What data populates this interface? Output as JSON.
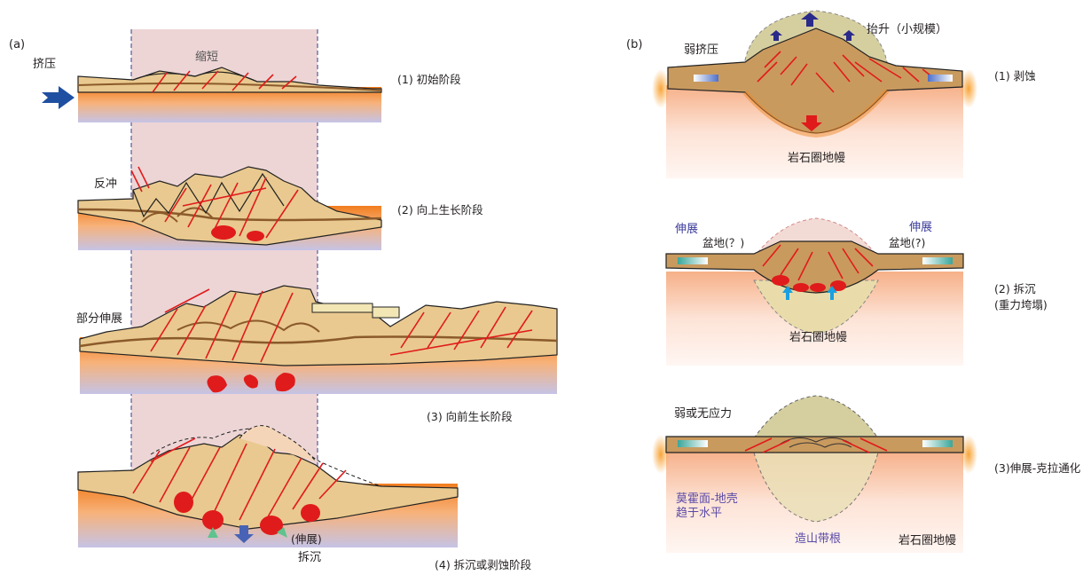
{
  "panel_a": {
    "label": "(a)",
    "compression": "挤压",
    "shortening": "缩短",
    "backthrust": "反冲",
    "partial_extension": "部分伸展",
    "extension_paren": "(伸展)",
    "collapse": "拆沉",
    "stages": [
      "(1) 初始阶段",
      "(2) 向上生长阶段",
      "(3) 向前生长阶段",
      "(4) 拆沉或剥蚀阶段"
    ]
  },
  "panel_b": {
    "label": "(b)",
    "weak_compression": "弱挤压",
    "uplift": "抬升（小规模）",
    "mantle_1": "岩石圈地幔",
    "extension_left": "伸展",
    "extension_right": "伸展",
    "basin_left": "盆地(？)",
    "basin_right": "盆地(?)",
    "mantle_2": "岩石圈地幔",
    "weak_stress": "弱或无应力",
    "moho_line1": "莫霍面-地壳",
    "moho_line2": "趋于水平",
    "orogen_root": "造山带根",
    "mantle_3": "岩石圈地幔",
    "stages": [
      "(1) 剥蚀",
      "(2) 拆沉",
      "(重力垮塌)",
      "(3)伸展-克拉通化"
    ]
  },
  "colors": {
    "crust": "#e9c98f",
    "crust_dark": "#c8965a",
    "mantle": "#c9c2e0",
    "orange": "#f07a1e",
    "fault_red": "#e11b1b",
    "pink_zone": "#ecd0d3",
    "arrow_blue": "#1f4fa0"
  }
}
